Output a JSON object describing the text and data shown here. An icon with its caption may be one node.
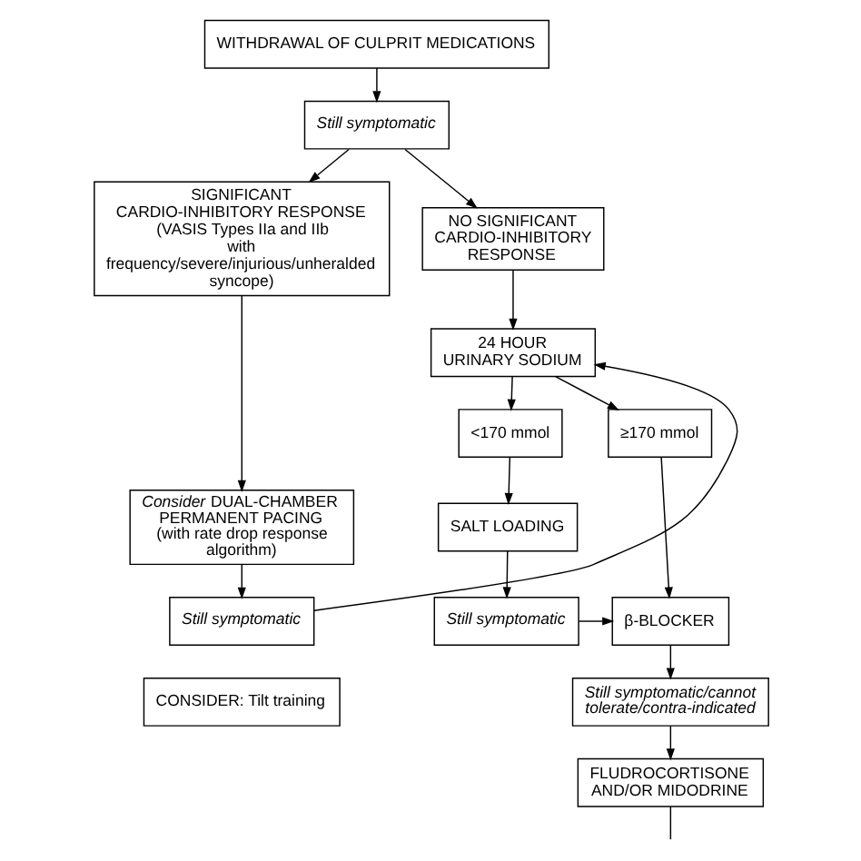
{
  "diagram": {
    "nodes": [
      {
        "text": [
          "WITHDRAWAL OF CULPRIT MEDICATIONS"
        ]
      },
      {
        "text": [
          "Still symptomatic"
        ]
      },
      {
        "text": [
          "SIGNIFICANT CARDIO-INHIBITORY RESPONSE",
          "(VASIS Types IIa and IIb with frequency/severe/injurious/unheralded syncope)"
        ]
      },
      {
        "text": [
          "NO SIGNIFICANT CARDIO-INHIBITORY RESPONSE"
        ]
      },
      {
        "text": [
          "24 HOUR URINARY SODIUM"
        ]
      },
      {
        "text": [
          "<170 mmol"
        ]
      },
      {
        "text": [
          "≥170 mmol"
        ]
      },
      {
        "text": [
          "*Consider* DUAL-CHAMBER PERMANENT PACING",
          "(with rate drop response algorithm)"
        ]
      },
      {
        "text": [
          "SALT LOADING"
        ]
      },
      {
        "text": [
          "Still symptomatic"
        ]
      },
      {
        "text": [
          "Still symptomatic"
        ]
      },
      {
        "text": [
          "β-BLOCKER"
        ]
      },
      {
        "text": [
          "Still symptomatic/cannot tolerate/contra-indicated"
        ]
      },
      {
        "text": [
          "FLUDROCORTISONE AND/OR MIDODRINE"
        ]
      },
      {
        "text": [
          "CONSIDER: Tilt training"
        ]
      }
    ],
    "edges": [
      {
        "from": 0,
        "to": 1,
        "arrow": "to"
      },
      {
        "from": 1,
        "to": 2,
        "arrow": "to"
      },
      {
        "from": 1,
        "to": 3,
        "arrow": "to"
      },
      {
        "from": 3,
        "to": 4,
        "arrow": "to"
      },
      {
        "from": 2,
        "to": 7,
        "arrow": "to"
      },
      {
        "from": 4,
        "to": 5,
        "arrow": "to"
      },
      {
        "from": 4,
        "to": 6,
        "arrow": "to"
      },
      {
        "from": 5,
        "to": 8,
        "arrow": "to"
      },
      {
        "from": 7,
        "to": 9,
        "arrow": "to"
      },
      {
        "from": 9,
        "to": 4,
        "arrow": "to"
      },
      {
        "from": 8,
        "to": 10,
        "arrow": "to"
      },
      {
        "from": 10,
        "to": 11,
        "arrow": "to"
      },
      {
        "from": 6,
        "to": 11,
        "arrow": "to"
      },
      {
        "from": 11,
        "to": 12,
        "arrow": "to"
      },
      {
        "from": 12,
        "to": 13,
        "arrow": "to"
      },
      {
        "from": 13,
        "to": null,
        "arrow": "none"
      }
    ]
  }
}
